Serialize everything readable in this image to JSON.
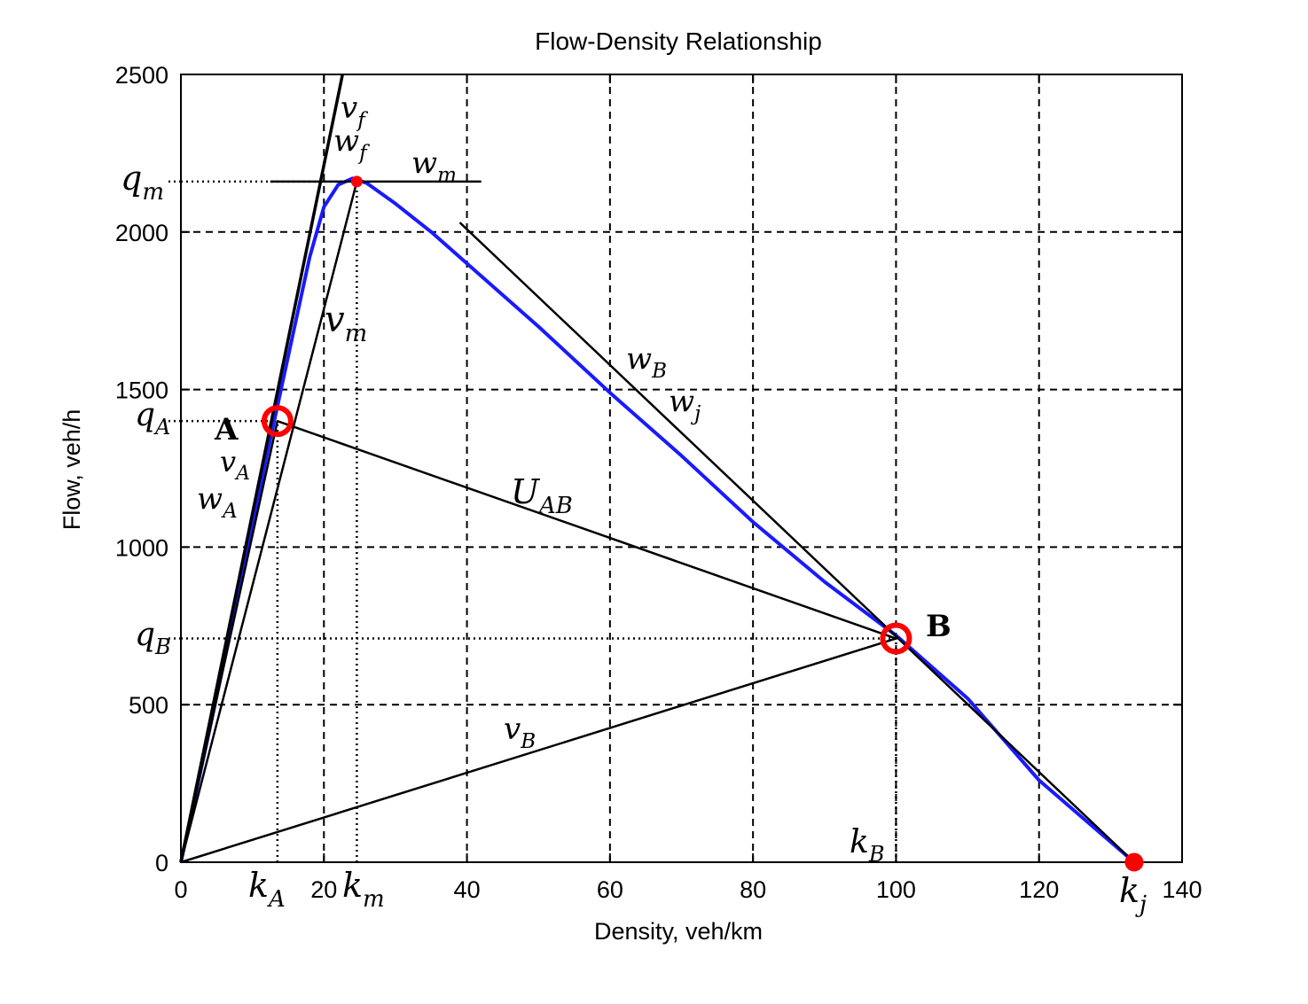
{
  "chart_data": {
    "type": "line",
    "title": "Flow-Density Relationship",
    "xlabel": "Density, veh/km",
    "ylabel": "Flow, veh/h",
    "xlim": [
      0,
      140
    ],
    "ylim": [
      0,
      2500
    ],
    "xticks": [
      0,
      20,
      40,
      60,
      80,
      100,
      120,
      140
    ],
    "yticks": [
      0,
      500,
      1000,
      1500,
      2000,
      2500
    ],
    "xtick_labels": [
      "0",
      "20",
      "40",
      "60",
      "80",
      "100",
      "120",
      "140"
    ],
    "ytick_labels": [
      "0",
      "500",
      "1000",
      "1500",
      "2000",
      "2500"
    ],
    "grid": true,
    "series": [
      {
        "color": "#1a1aff",
        "x": [
          0,
          4,
          8,
          12,
          14,
          16,
          18,
          20,
          22,
          24,
          26,
          30,
          35,
          40,
          50,
          60,
          70,
          80,
          90,
          100,
          110,
          120,
          133.3
        ],
        "y": [
          0,
          420,
          850,
          1290,
          1500,
          1710,
          1920,
          2080,
          2150,
          2170,
          2155,
          2090,
          2000,
          1900,
          1700,
          1490,
          1290,
          1080,
          890,
          720,
          520,
          260,
          0
        ]
      }
    ],
    "points": [
      {
        "name": "A",
        "x": 13.5,
        "y": 1400,
        "marker": "circle-open",
        "color": "#ff0000"
      },
      {
        "name": "B",
        "x": 100,
        "y": 710,
        "marker": "circle-open",
        "color": "#ff0000"
      },
      {
        "name": "max",
        "x": 24.6,
        "y": 2160,
        "marker": "dot",
        "color": "#ff0000"
      },
      {
        "name": "jam",
        "x": 133.3,
        "y": 0,
        "marker": "dot",
        "color": "#ff0000"
      }
    ],
    "annotation_lines": [
      {
        "name": "vf-wf",
        "x": [
          0,
          22.6
        ],
        "y": [
          0,
          2500
        ]
      },
      {
        "name": "vm",
        "x": [
          0,
          24.6
        ],
        "y": [
          0,
          2160
        ]
      },
      {
        "name": "wm",
        "x": [
          12.5,
          42
        ],
        "y": [
          2160,
          2160
        ]
      },
      {
        "name": "wB-wj",
        "x": [
          39,
          133.3
        ],
        "y": [
          2030,
          0
        ]
      },
      {
        "name": "UAB",
        "x": [
          13.5,
          100
        ],
        "y": [
          1400,
          710
        ]
      },
      {
        "name": "vB",
        "x": [
          0,
          100
        ],
        "y": [
          0,
          710
        ]
      },
      {
        "name": "vA",
        "x": [
          0,
          13.5
        ],
        "y": [
          0,
          1400
        ]
      }
    ],
    "guide_lines": [
      {
        "name": "qm",
        "x": [
          0,
          24.6
        ],
        "y": [
          2160,
          2160
        ]
      },
      {
        "name": "qA",
        "x": [
          0,
          13.5
        ],
        "y": [
          1400,
          1400
        ]
      },
      {
        "name": "qB",
        "x": [
          0,
          100
        ],
        "y": [
          710,
          710
        ]
      },
      {
        "name": "kA",
        "x": [
          13.5,
          13.5
        ],
        "y": [
          0,
          1400
        ]
      },
      {
        "name": "km",
        "x": [
          24.6,
          24.6
        ],
        "y": [
          0,
          2160
        ]
      },
      {
        "name": "kB",
        "x": [
          100,
          100
        ],
        "y": [
          0,
          710
        ]
      }
    ],
    "annotations": {
      "vf": {
        "main": "v",
        "sub": "f"
      },
      "wf": {
        "main": "w",
        "sub": "f"
      },
      "wm": {
        "main": "w",
        "sub": "m"
      },
      "vm": {
        "main": "v",
        "sub": "m"
      },
      "wB": {
        "main": "w",
        "sub": "B"
      },
      "wj": {
        "main": "w",
        "sub": "j"
      },
      "UAB": {
        "main": "U",
        "sub": "AB"
      },
      "vA": {
        "main": "v",
        "sub": "A"
      },
      "wA": {
        "main": "w",
        "sub": "A"
      },
      "vB": {
        "main": "v",
        "sub": "B"
      },
      "qm": {
        "main": "q",
        "sub": "m"
      },
      "qA": {
        "main": "q",
        "sub": "A"
      },
      "qB": {
        "main": "q",
        "sub": "B"
      },
      "kA": {
        "main": "k",
        "sub": "A"
      },
      "km": {
        "main": "k",
        "sub": "m"
      },
      "kB": {
        "main": "k",
        "sub": "B"
      },
      "kj": {
        "main": "k",
        "sub": "j"
      },
      "A": {
        "main": "A",
        "sub": ""
      },
      "B": {
        "main": "B",
        "sub": ""
      }
    }
  }
}
